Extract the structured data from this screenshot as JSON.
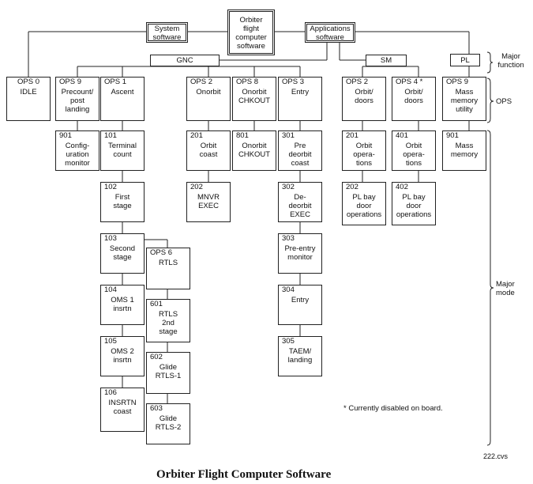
{
  "top": {
    "system_software": "System\nsoftware",
    "orbiter_software": "Orbiter\nflight\ncomputer\nsoftware",
    "applications_software": "Applications\nsoftware"
  },
  "groups": {
    "gnc": "GNC",
    "sm": "SM",
    "pl": "PL"
  },
  "ops": {
    "ops0": {
      "head": "OPS 0",
      "body": "IDLE"
    },
    "ops9_gnc": {
      "head": "OPS 9",
      "body": "Precount/\npost\nlanding"
    },
    "ops1": {
      "head": "OPS 1",
      "body": "Ascent"
    },
    "ops2_gnc": {
      "head": "OPS 2",
      "body": "Onorbit"
    },
    "ops8": {
      "head": "OPS 8",
      "body": "Onorbit\nCHKOUT"
    },
    "ops3": {
      "head": "OPS 3",
      "body": "Entry"
    },
    "ops2_sm": {
      "head": "OPS 2",
      "body": "Orbit/\ndoors"
    },
    "ops4_sm": {
      "head": "OPS 4 *",
      "body": "Orbit/\ndoors"
    },
    "ops9_pl": {
      "head": "OPS 9",
      "body": "Mass\nmemory\nutility"
    },
    "ops6": {
      "head": "OPS 6",
      "body": "RTLS"
    }
  },
  "modes": {
    "m901_gnc": {
      "head": "901",
      "body": "Config-\nuration\nmonitor"
    },
    "m101": {
      "head": "101",
      "body": "Terminal\ncount"
    },
    "m102": {
      "head": "102",
      "body": "First\nstage"
    },
    "m103": {
      "head": "103",
      "body": "Second\nstage"
    },
    "m104": {
      "head": "104",
      "body": "OMS 1\ninsrtn"
    },
    "m105": {
      "head": "105",
      "body": "OMS 2\ninsrtn"
    },
    "m106": {
      "head": "106",
      "body": "INSRTN\ncoast"
    },
    "m601": {
      "head": "601",
      "body": "RTLS\n2nd\nstage"
    },
    "m602": {
      "head": "602",
      "body": "Glide\nRTLS-1"
    },
    "m603": {
      "head": "603",
      "body": "Glide\nRTLS-2"
    },
    "m201_gnc": {
      "head": "201",
      "body": "Orbit\ncoast"
    },
    "m202_gnc": {
      "head": "202",
      "body": "MNVR\nEXEC"
    },
    "m801": {
      "head": "801",
      "body": "Onorbit\nCHKOUT"
    },
    "m301": {
      "head": "301",
      "body": "Pre\ndeorbit\ncoast"
    },
    "m302": {
      "head": "302",
      "body": "De-\ndeorbit\nEXEC"
    },
    "m303": {
      "head": "303",
      "body": "Pre-entry\nmonitor"
    },
    "m304": {
      "head": "304",
      "body": "Entry"
    },
    "m305": {
      "head": "305",
      "body": "TAEM/\nlanding"
    },
    "m201_sm": {
      "head": "201",
      "body": "Orbit\nopera-\ntions"
    },
    "m202_sm": {
      "head": "202",
      "body": "PL bay\ndoor\noperations"
    },
    "m401": {
      "head": "401",
      "body": "Orbit\nopera-\ntions"
    },
    "m402": {
      "head": "402",
      "body": "PL bay\ndoor\noperations"
    },
    "m901_pl": {
      "head": "901",
      "body": "Mass\nmemory"
    }
  },
  "labels": {
    "major_function": "Major\nfunction",
    "ops": "OPS",
    "major_mode": "Major\nmode",
    "footnote": "* Currently disabled on board.",
    "file_ref": "222.cvs",
    "caption": "Orbiter Flight Computer Software"
  }
}
